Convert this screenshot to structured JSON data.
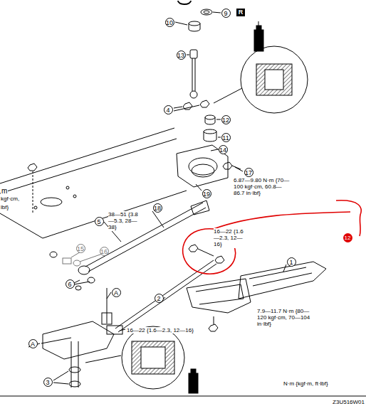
{
  "diagram": {
    "labels": [
      "9",
      "R",
      "10",
      "13",
      "4",
      "12",
      "11",
      "14",
      "17",
      "6.87—9.80 N·m {70—100 kgf·cm, 60.8—86.7 in·lbf}",
      "m",
      "kgf·cm,",
      "lbf}",
      "19",
      "12",
      "38—51 {3.8—5.3, 28—38}",
      "5",
      "18",
      "16—22 {1.6—2.3, 12—16}",
      "15",
      "16",
      "1",
      "6",
      "A",
      "2",
      "7.9—11.7 N·m {80—120 kgf·cm, 70—104 in·lbf}",
      "16—22 {1.6—2.3, 12—16}",
      "A",
      "3",
      "N·m {kgf·m, ft·lbf}",
      "Z3U516W01"
    ]
  }
}
